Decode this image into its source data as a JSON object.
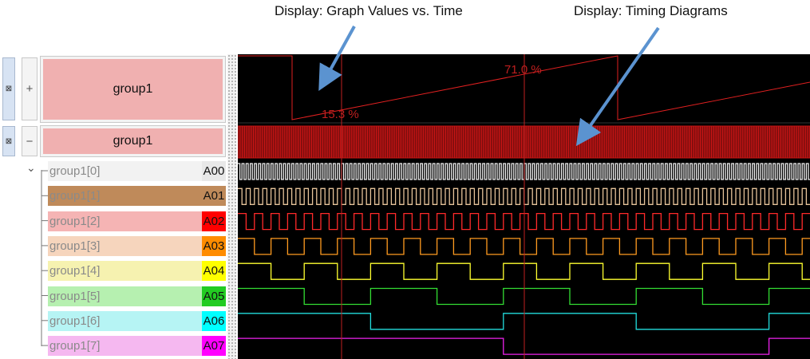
{
  "callouts": {
    "left": "Display: Graph Values vs. Time",
    "right": "Display: Timing Diagrams"
  },
  "groups": [
    {
      "label": "group1",
      "expander": "+",
      "close_icon": "⊠"
    },
    {
      "label": "group1",
      "expander": "−",
      "close_icon": "⊠"
    }
  ],
  "tree_toggle": "⌄",
  "channels": [
    {
      "label": "group1[0]",
      "chan": "A00",
      "row_color": "#f2f2f2",
      "chan_color": "#e8e8e8",
      "wave_color": "#f0f0f0"
    },
    {
      "label": "group1[1]",
      "chan": "A01",
      "row_color": "#bf8a5a",
      "chan_color": "#bf8a5a",
      "wave_color": "#e6c39a"
    },
    {
      "label": "group1[2]",
      "chan": "A02",
      "row_color": "#f5b4b4",
      "chan_color": "#ff0000",
      "wave_color": "#ff2a2a"
    },
    {
      "label": "group1[3]",
      "chan": "A03",
      "row_color": "#f6d5bd",
      "chan_color": "#ff8c00",
      "wave_color": "#ff9b20"
    },
    {
      "label": "group1[4]",
      "chan": "A04",
      "row_color": "#f6f2b0",
      "chan_color": "#ffff00",
      "wave_color": "#ffff30"
    },
    {
      "label": "group1[5]",
      "chan": "A05",
      "row_color": "#b6f0b0",
      "chan_color": "#22cc22",
      "wave_color": "#33dd33"
    },
    {
      "label": "group1[6]",
      "chan": "A06",
      "row_color": "#b6f4f4",
      "chan_color": "#00ffff",
      "wave_color": "#22dddd"
    },
    {
      "label": "group1[7]",
      "chan": "A07",
      "row_color": "#f5b8f0",
      "chan_color": "#ff00ff",
      "wave_color": "#ee22ee"
    }
  ],
  "graph": {
    "max_label": "71.0 %",
    "min_label": "15.3 %",
    "color": "#e02020",
    "bus_color": "#c81414"
  },
  "cursor_color": "#c02020"
}
